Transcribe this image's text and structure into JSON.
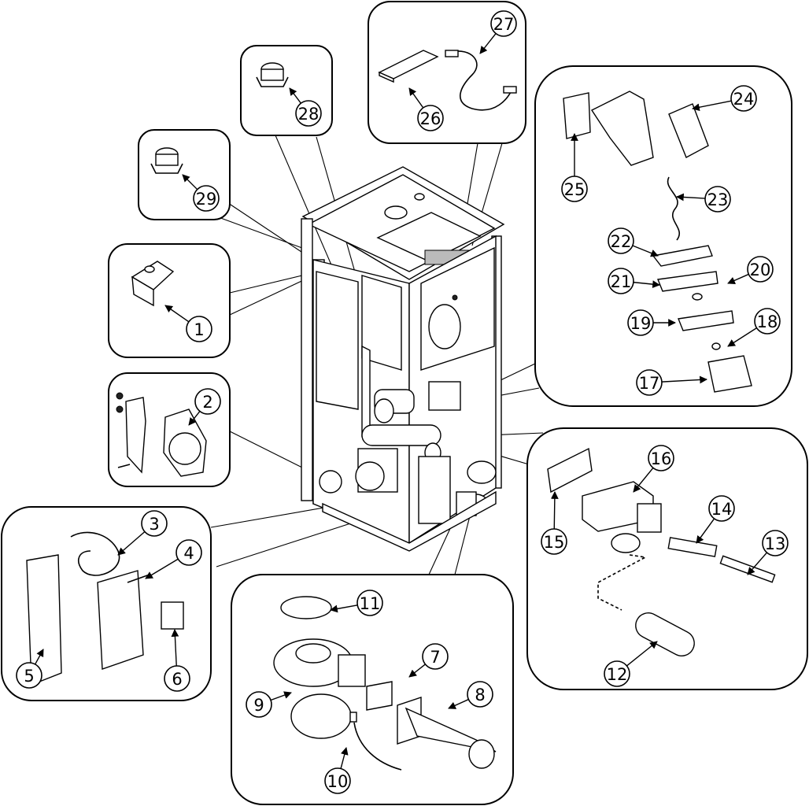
{
  "diagram": {
    "callouts": [
      "1",
      "2",
      "3",
      "4",
      "5",
      "6",
      "7",
      "8",
      "9",
      "10",
      "11",
      "12",
      "13",
      "14",
      "15",
      "16",
      "17",
      "18",
      "19",
      "20",
      "21",
      "22",
      "23",
      "24",
      "25",
      "26",
      "27",
      "28",
      "29"
    ]
  }
}
